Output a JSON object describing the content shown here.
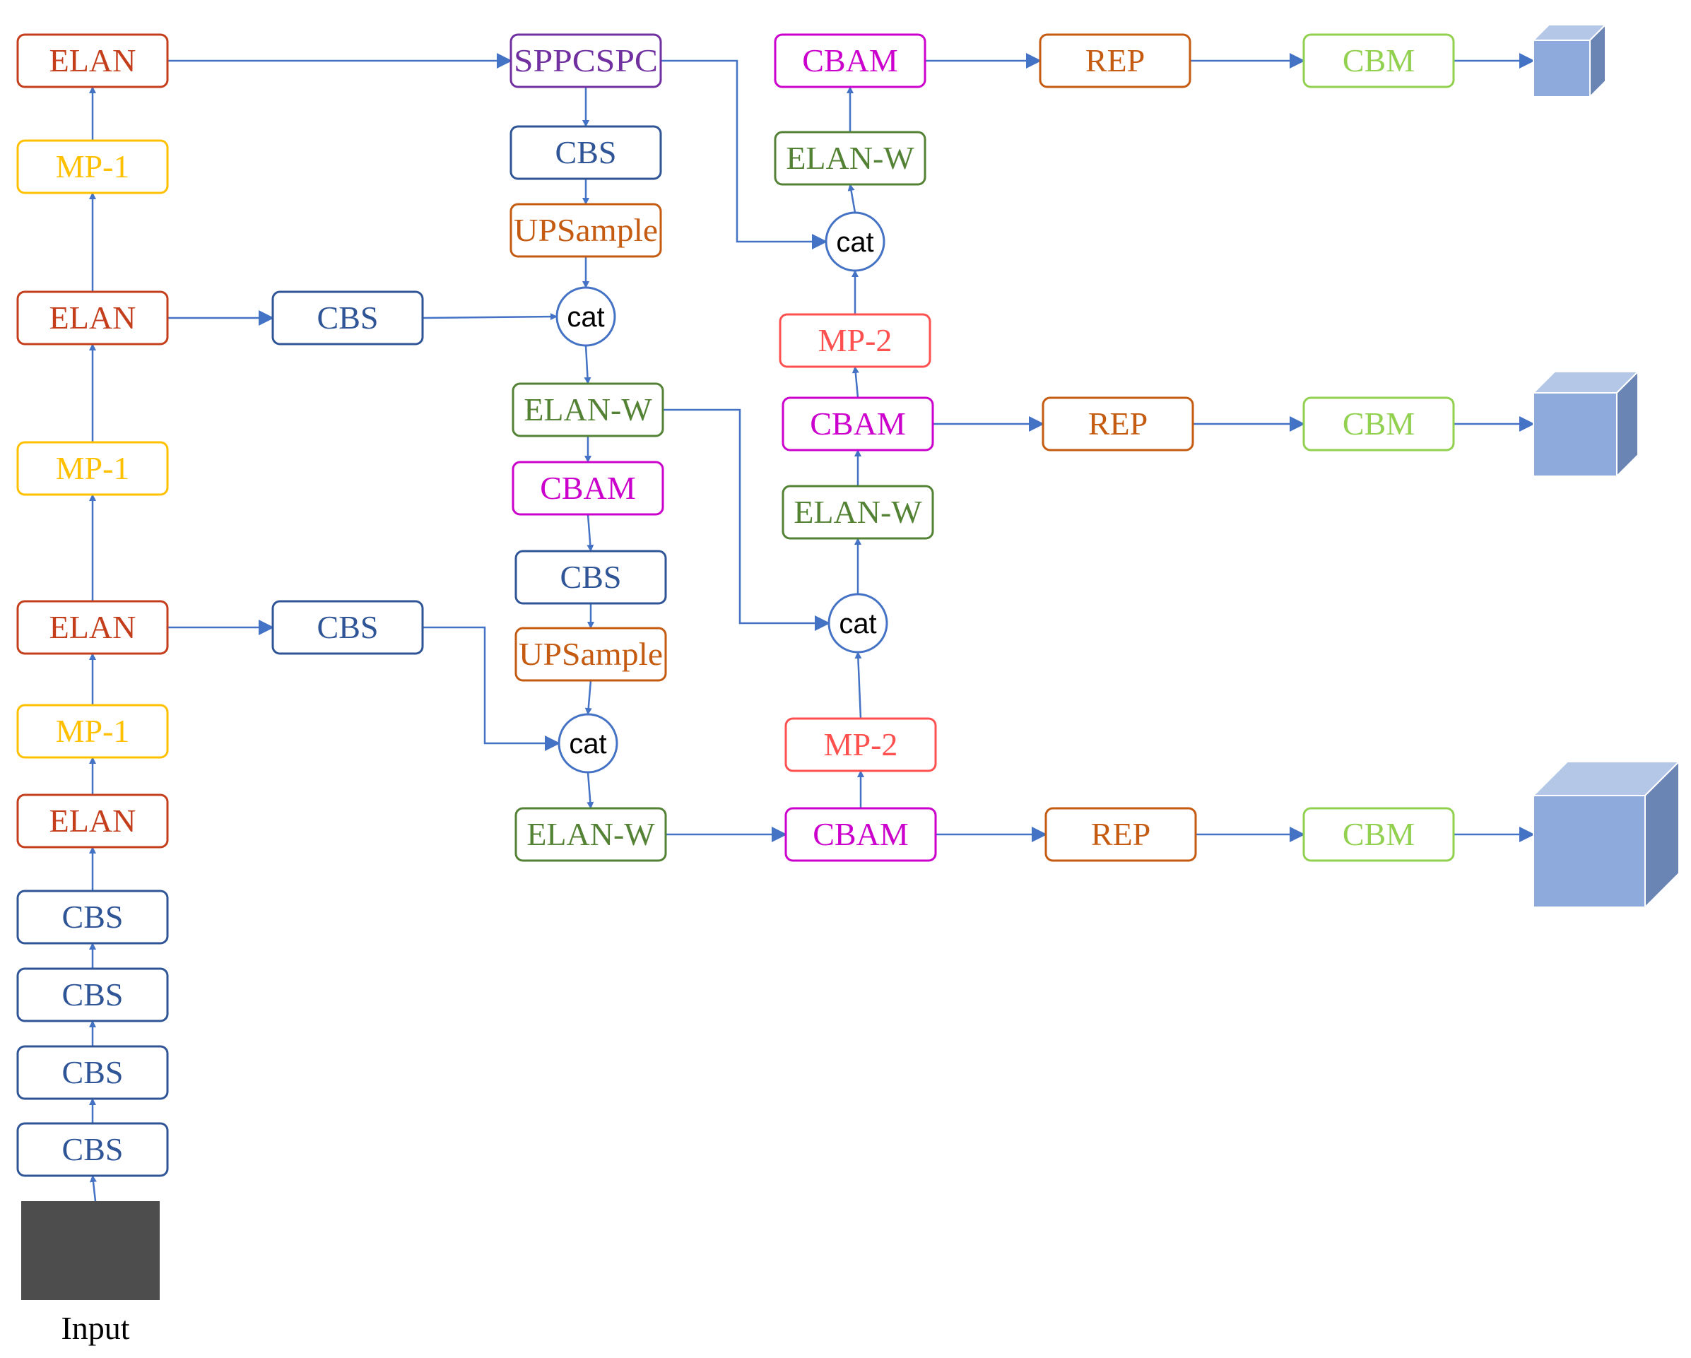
{
  "colors": {
    "arrow": "#4472C4",
    "ELAN": "#C43E1C",
    "MP-1": "#FFC000",
    "CBS": "#2F5597",
    "SPPCSPC": "#7030A0",
    "UPSample": "#C55A11",
    "ELAN-W": "#548235",
    "CBAM": "#CC00CC",
    "MP-2": "#FF5050",
    "REP": "#C55A11",
    "CBM": "#92D050",
    "cat": "#4472C4",
    "cube_front": "#8EA9DB",
    "cube_top": "#B4C7E7",
    "cube_side": "#6A84B4",
    "input_image": "#4D4D4D"
  },
  "input": {
    "label": "Input"
  },
  "nodes": [
    {
      "id": "bb_elan4",
      "label": "ELAN",
      "kind": "ELAN"
    },
    {
      "id": "bb_mp3",
      "label": "MP-1",
      "kind": "MP-1"
    },
    {
      "id": "bb_elan3",
      "label": "ELAN",
      "kind": "ELAN"
    },
    {
      "id": "bb_mp2",
      "label": "MP-1",
      "kind": "MP-1"
    },
    {
      "id": "bb_elan2",
      "label": "ELAN",
      "kind": "ELAN"
    },
    {
      "id": "bb_mp1",
      "label": "MP-1",
      "kind": "MP-1"
    },
    {
      "id": "bb_elan1",
      "label": "ELAN",
      "kind": "ELAN"
    },
    {
      "id": "bb_cbs4",
      "label": "CBS",
      "kind": "CBS"
    },
    {
      "id": "bb_cbs3",
      "label": "CBS",
      "kind": "CBS"
    },
    {
      "id": "bb_cbs2",
      "label": "CBS",
      "kind": "CBS"
    },
    {
      "id": "bb_cbs1",
      "label": "CBS",
      "kind": "CBS"
    },
    {
      "id": "lat_cbs1",
      "label": "CBS",
      "kind": "CBS"
    },
    {
      "id": "lat_cbs2",
      "label": "CBS",
      "kind": "CBS"
    },
    {
      "id": "sppcspc",
      "label": "SPPCSPC",
      "kind": "SPPCSPC"
    },
    {
      "id": "td_cbs1",
      "label": "CBS",
      "kind": "CBS"
    },
    {
      "id": "td_up1",
      "label": "UPSample",
      "kind": "UPSample"
    },
    {
      "id": "td_cat1",
      "label": "cat",
      "kind": "cat"
    },
    {
      "id": "td_elanw1",
      "label": "ELAN-W",
      "kind": "ELAN-W"
    },
    {
      "id": "td_cbam1",
      "label": "CBAM",
      "kind": "CBAM"
    },
    {
      "id": "td_cbs2",
      "label": "CBS",
      "kind": "CBS"
    },
    {
      "id": "td_up2",
      "label": "UPSample",
      "kind": "UPSample"
    },
    {
      "id": "td_cat2",
      "label": "cat",
      "kind": "cat"
    },
    {
      "id": "td_elanw2",
      "label": "ELAN-W",
      "kind": "ELAN-W"
    },
    {
      "id": "bu_cbam1",
      "label": "CBAM",
      "kind": "CBAM"
    },
    {
      "id": "bu_mp1",
      "label": "MP-2",
      "kind": "MP-2"
    },
    {
      "id": "bu_cat1",
      "label": "cat",
      "kind": "cat"
    },
    {
      "id": "bu_elanw1",
      "label": "ELAN-W",
      "kind": "ELAN-W"
    },
    {
      "id": "bu_cbam2",
      "label": "CBAM",
      "kind": "CBAM"
    },
    {
      "id": "bu_mp2",
      "label": "MP-2",
      "kind": "MP-2"
    },
    {
      "id": "bu_cat2",
      "label": "cat",
      "kind": "cat"
    },
    {
      "id": "bu_elanw2",
      "label": "ELAN-W",
      "kind": "ELAN-W"
    },
    {
      "id": "bu_cbam3",
      "label": "CBAM",
      "kind": "CBAM"
    },
    {
      "id": "rep_top",
      "label": "REP",
      "kind": "REP"
    },
    {
      "id": "cbm_top",
      "label": "CBM",
      "kind": "CBM"
    },
    {
      "id": "rep_mid",
      "label": "REP",
      "kind": "REP"
    },
    {
      "id": "cbm_mid",
      "label": "CBM",
      "kind": "CBM"
    },
    {
      "id": "rep_bot",
      "label": "REP",
      "kind": "REP"
    },
    {
      "id": "cbm_bot",
      "label": "CBM",
      "kind": "CBM"
    }
  ],
  "edges": [
    {
      "from": "input",
      "to": "bb_cbs1"
    },
    {
      "from": "bb_cbs1",
      "to": "bb_cbs2"
    },
    {
      "from": "bb_cbs2",
      "to": "bb_cbs3"
    },
    {
      "from": "bb_cbs3",
      "to": "bb_cbs4"
    },
    {
      "from": "bb_cbs4",
      "to": "bb_elan1"
    },
    {
      "from": "bb_elan1",
      "to": "bb_mp1"
    },
    {
      "from": "bb_mp1",
      "to": "bb_elan2"
    },
    {
      "from": "bb_elan2",
      "to": "bb_mp2"
    },
    {
      "from": "bb_mp2",
      "to": "bb_elan3"
    },
    {
      "from": "bb_elan3",
      "to": "bb_mp3"
    },
    {
      "from": "bb_mp3",
      "to": "bb_elan4"
    },
    {
      "from": "bb_elan4",
      "to": "sppcspc"
    },
    {
      "from": "bb_elan3",
      "to": "lat_cbs1"
    },
    {
      "from": "bb_elan2",
      "to": "lat_cbs2"
    },
    {
      "from": "sppcspc",
      "to": "td_cbs1"
    },
    {
      "from": "td_cbs1",
      "to": "td_up1"
    },
    {
      "from": "td_up1",
      "to": "td_cat1"
    },
    {
      "from": "lat_cbs1",
      "to": "td_cat1"
    },
    {
      "from": "td_cat1",
      "to": "td_elanw1"
    },
    {
      "from": "td_elanw1",
      "to": "td_cbam1"
    },
    {
      "from": "td_cbam1",
      "to": "td_cbs2"
    },
    {
      "from": "td_cbs2",
      "to": "td_up2"
    },
    {
      "from": "td_up2",
      "to": "td_cat2"
    },
    {
      "from": "lat_cbs2",
      "to": "td_cat2"
    },
    {
      "from": "td_cat2",
      "to": "td_elanw2"
    },
    {
      "from": "td_elanw2",
      "to": "bu_cbam1"
    },
    {
      "from": "bu_cbam1",
      "to": "bu_mp1"
    },
    {
      "from": "bu_mp1",
      "to": "bu_cat1"
    },
    {
      "from": "td_elanw1",
      "to": "bu_cat1"
    },
    {
      "from": "bu_cat1",
      "to": "bu_elanw1"
    },
    {
      "from": "bu_elanw1",
      "to": "bu_cbam2"
    },
    {
      "from": "bu_cbam2",
      "to": "bu_mp2"
    },
    {
      "from": "bu_mp2",
      "to": "bu_cat2"
    },
    {
      "from": "sppcspc",
      "to": "bu_cat2"
    },
    {
      "from": "bu_cat2",
      "to": "bu_elanw2"
    },
    {
      "from": "bu_elanw2",
      "to": "bu_cbam3"
    },
    {
      "from": "bu_cbam3",
      "to": "rep_top"
    },
    {
      "from": "rep_top",
      "to": "cbm_top"
    },
    {
      "from": "cbm_top",
      "to": "out_small"
    },
    {
      "from": "bu_cbam2",
      "to": "rep_mid"
    },
    {
      "from": "rep_mid",
      "to": "cbm_mid"
    },
    {
      "from": "cbm_mid",
      "to": "out_medium"
    },
    {
      "from": "bu_cbam1",
      "to": "rep_bot"
    },
    {
      "from": "rep_bot",
      "to": "cbm_bot"
    },
    {
      "from": "cbm_bot",
      "to": "out_large"
    }
  ],
  "outputs": [
    {
      "id": "out_small",
      "icon": "cube-icon"
    },
    {
      "id": "out_medium",
      "icon": "cube-icon"
    },
    {
      "id": "out_large",
      "icon": "cube-icon"
    }
  ]
}
